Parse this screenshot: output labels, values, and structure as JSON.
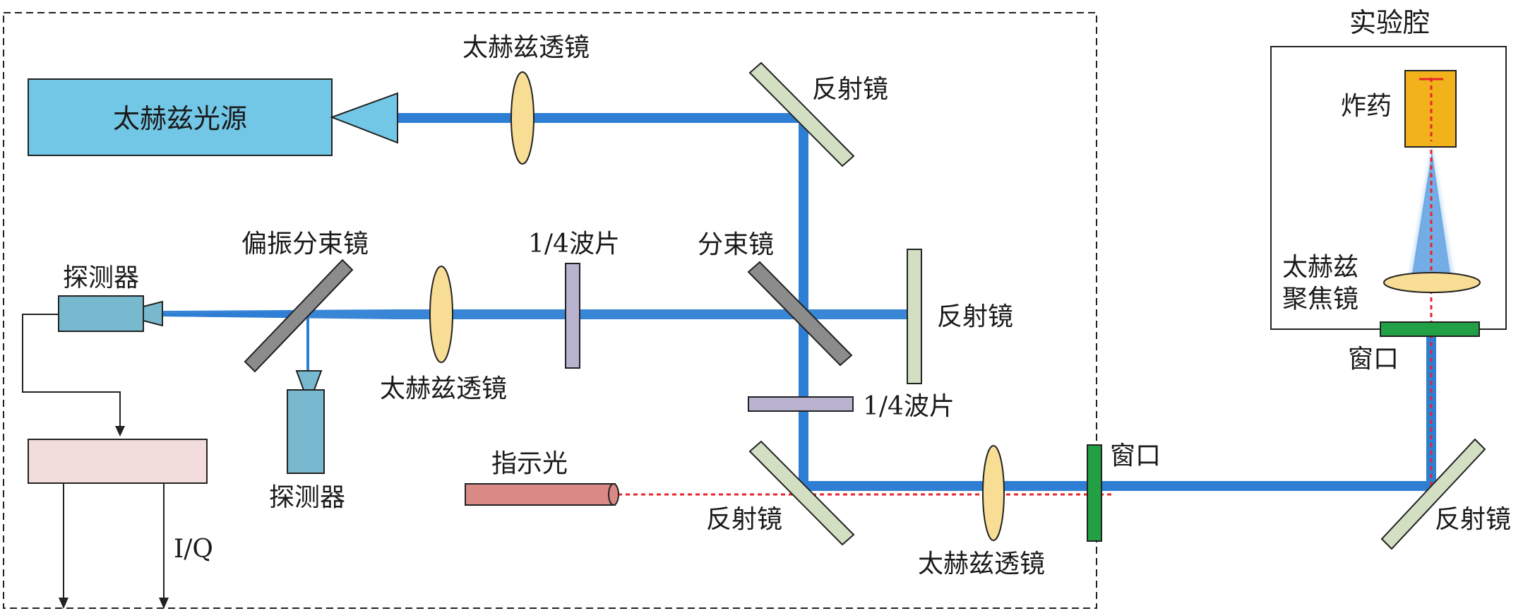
{
  "labels": {
    "thz_source": "太赫兹光源",
    "thz_lens_top": "太赫兹透镜",
    "mirror_top": "反射镜",
    "polarizing_beam_splitter": "偏振分束镜",
    "quarter_wave_left": "1/4波片",
    "beam_splitter": "分束镜",
    "mirror_right": "反射镜",
    "detector_left": "探测器",
    "detector_bottom": "探测器",
    "thz_lens_mid": "太赫兹透镜",
    "quarter_wave_right": "1/4波片",
    "indicator_light": "指示光",
    "mirror_bottom": "反射镜",
    "thz_lens_bottom": "太赫兹透镜",
    "window_bottom": "窗口",
    "iq": "I/Q",
    "chamber_title": "实验腔",
    "explosive": "炸药",
    "focusing_lens_line1": "太赫兹",
    "focusing_lens_line2": "聚焦镜",
    "window_chamber": "窗口",
    "mirror_far_right": "反射镜"
  },
  "colors": {
    "beam": "#2e7fd4",
    "beam_glow": "#9cc8f0",
    "source_fill": "#72c7e6",
    "detector_fill": "#79b9cf",
    "lens_fill": "#f8dd95",
    "mirror_fill": "#d3dfc2",
    "gray_optic_fill": "#8c8c8c",
    "waveplate_fill": "#b9b3d0",
    "window_fill": "#22a046",
    "explosive_fill": "#f2b21c",
    "indicator_fill": "#d98a87",
    "processor_fill": "#f2dcdc",
    "laser_red": "#e8252a"
  },
  "icons": {
    "source": "thz-source-icon",
    "detector": "detector-icon",
    "lens": "lens-icon",
    "mirror": "mirror-icon"
  }
}
